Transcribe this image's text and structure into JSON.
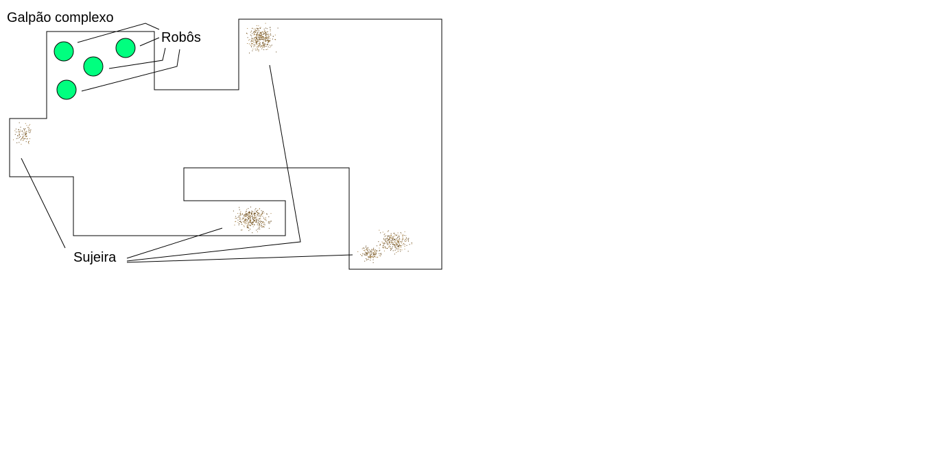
{
  "labels": {
    "warehouse": "Galpão complexo",
    "robots": "Robôs",
    "dirt": "Sujeira"
  },
  "colors": {
    "robot_fill": "#00ff7f",
    "outline": "#000000",
    "dirt_dark": "#5a3a0a",
    "dirt_light": "#a07838",
    "background": "#ffffff"
  }
}
